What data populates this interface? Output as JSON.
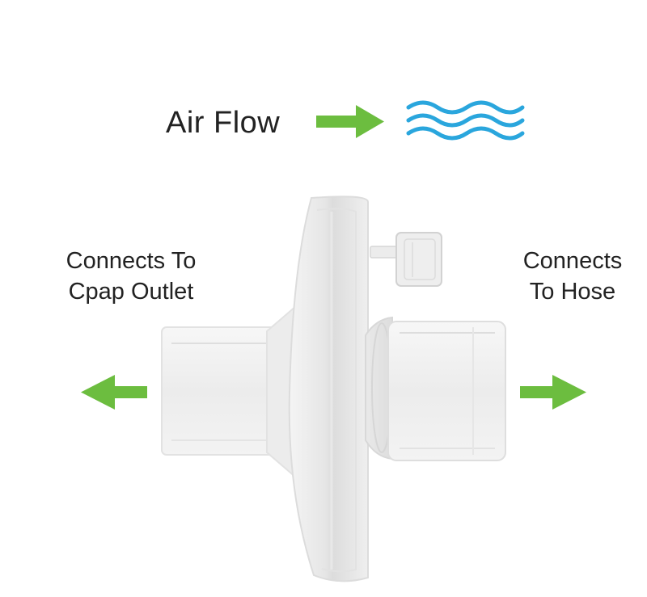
{
  "header": {
    "air_flow_label": "Air Flow"
  },
  "left_side": {
    "line1": "Connects To",
    "line2": "Cpap Outlet",
    "arrow_direction": "left"
  },
  "right_side": {
    "line1": "Connects",
    "line2": "To Hose",
    "arrow_direction": "right"
  },
  "icons": {
    "flow_arrow": "arrow-right-icon",
    "air_waves": "air-waves-icon",
    "product": "cpap-filter-icon"
  },
  "colors": {
    "arrow_green": "#6cbd3f",
    "wave_blue": "#2aa6dd",
    "text": "#222222"
  }
}
